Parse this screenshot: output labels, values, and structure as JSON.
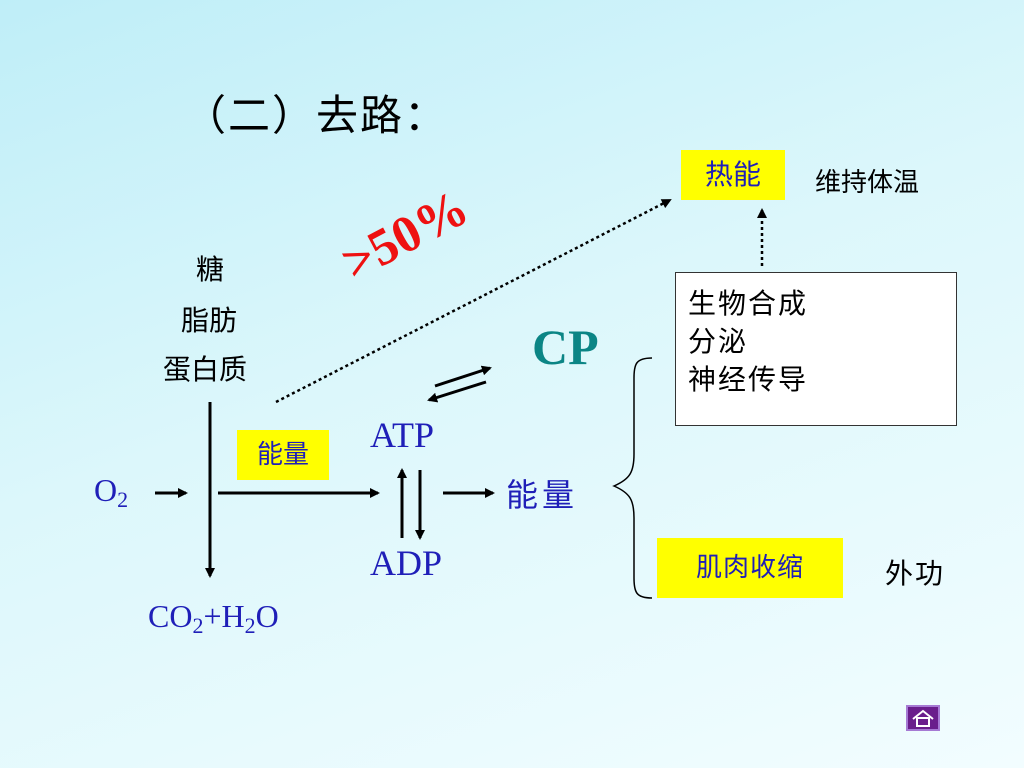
{
  "title": "（二）去路：",
  "sources": [
    "糖",
    "脂肪",
    "蛋白质"
  ],
  "oxygen": {
    "main": "O",
    "sub": "2"
  },
  "products": {
    "co": "CO",
    "co_sub": "2",
    "plus_h": "+H",
    "h_sub": "2",
    "o": "O"
  },
  "energy_label_1": "能量",
  "atp": "ATP",
  "adp": "ADP",
  "cp": "CP",
  "percent": ">50%",
  "energy_label_2": "能量",
  "heat": "热能",
  "heat_use": "维持体温",
  "uses": [
    "生物合成",
    "分泌",
    "神经传导"
  ],
  "muscle": "肌肉收缩",
  "external_work": "外功",
  "colors": {
    "blue_text": "#1f1fb8",
    "cp": "#0b8585",
    "percent": "#ee1111",
    "highlight": "#ffff00",
    "home_button": "#6a1e8c"
  },
  "icons": [
    "home-icon"
  ]
}
